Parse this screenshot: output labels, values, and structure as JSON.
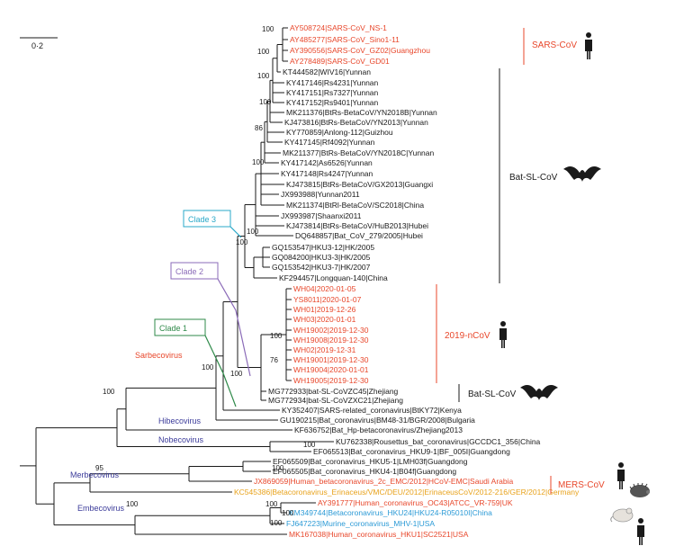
{
  "scale_label": "0·2",
  "groups": {
    "sars": "SARS-CoV",
    "batsl": "Bat-SL-CoV",
    "ncov": "2019-nCoV",
    "batsl2": "Bat-SL-CoV",
    "mers": "MERS-CoV"
  },
  "clades": {
    "c1": "Clade 1",
    "c2": "Clade 2",
    "c3": "Clade 3"
  },
  "genera": {
    "sarbeco": "Sarbecovirus",
    "hibeco": "Hibecovirus",
    "nobeco": "Nobecovirus",
    "merbeco": "Merbecovirus",
    "embeco": "Embecovirus"
  },
  "bootstrap": {
    "b100a": "100",
    "b100b": "100",
    "b100c": "100",
    "b100d": "100",
    "b86": "86",
    "b100e": "100",
    "b100f": "100",
    "b100g": "100",
    "b76": "76",
    "b100h": "100",
    "b100i": "100",
    "b100j": "100",
    "b100k": "100",
    "b100l": "100",
    "b100m": "100",
    "b95": "95",
    "b100n": "100",
    "b100o": "100",
    "b100p": "100",
    "b100q": "100"
  },
  "colors": {
    "sars": "#e8472b",
    "ncov": "#e8472b",
    "mers": "#e8472b",
    "orange": "#e8a21b",
    "blue": "#2b9ad6",
    "genus_red": "#e8472b",
    "genus_blue": "#3b3b9a",
    "clade3": "#29a8c8",
    "clade2": "#8b6bb8",
    "clade1": "#2f8a4a",
    "branch": "#1a1a1a"
  },
  "taxa": [
    {
      "name": "AY508724|SARS-CoV_NS-1",
      "color": "#e8472b"
    },
    {
      "name": "AY485277|SARS-CoV_Sino1-11",
      "color": "#e8472b"
    },
    {
      "name": "AY390556|SARS-CoV_GZ02|Guangzhou",
      "color": "#e8472b"
    },
    {
      "name": "AY278489|SARS-CoV_GD01",
      "color": "#e8472b"
    },
    {
      "name": "KT444582|WIV16|Yunnan",
      "color": "#1a1a1a"
    },
    {
      "name": "KY417146|Rs4231|Yunnan",
      "color": "#1a1a1a"
    },
    {
      "name": "KY417151|Rs7327|Yunnan",
      "color": "#1a1a1a"
    },
    {
      "name": "KY417152|Rs9401|Yunnan",
      "color": "#1a1a1a"
    },
    {
      "name": "MK211376|BtRs-BetaCoV/YN2018B|Yunnan",
      "color": "#1a1a1a"
    },
    {
      "name": "KJ473816|BtRs-BetaCoV/YN2013|Yunnan",
      "color": "#1a1a1a"
    },
    {
      "name": "KY770859|Anlong-112|Guizhou",
      "color": "#1a1a1a"
    },
    {
      "name": "KY417145|Rf4092|Yunnan",
      "color": "#1a1a1a"
    },
    {
      "name": "MK211377|BtRs-BetaCoV/YN2018C|Yunnan",
      "color": "#1a1a1a"
    },
    {
      "name": "KY417142|As6526|Yunnan",
      "color": "#1a1a1a"
    },
    {
      "name": "KY417148|Rs4247|Yunnan",
      "color": "#1a1a1a"
    },
    {
      "name": "KJ473815|BtRs-BetaCoV/GX2013|Guangxi",
      "color": "#1a1a1a"
    },
    {
      "name": "JX993988|Yunnan2011",
      "color": "#1a1a1a"
    },
    {
      "name": "MK211374|BtRl-BetaCoV/SC2018|China",
      "color": "#1a1a1a"
    },
    {
      "name": "JX993987|Shaanxi2011",
      "color": "#1a1a1a"
    },
    {
      "name": "KJ473814|BtRs-BetaCoV/HuB2013|Hubei",
      "color": "#1a1a1a"
    },
    {
      "name": "DQ648857|Bat_CoV_279/2005|Hubei",
      "color": "#1a1a1a"
    },
    {
      "name": "GQ153547|HKU3-12|HK/2005",
      "color": "#1a1a1a"
    },
    {
      "name": "GQ084200|HKU3-3|HK/2005",
      "color": "#1a1a1a"
    },
    {
      "name": "GQ153542|HKU3-7|HK/2007",
      "color": "#1a1a1a"
    },
    {
      "name": "KF294457|Longquan-140|China",
      "color": "#1a1a1a"
    },
    {
      "name": "WH04|2020-01-05",
      "color": "#e8472b"
    },
    {
      "name": "YS8011|2020-01-07",
      "color": "#e8472b"
    },
    {
      "name": "WH01|2019-12-26",
      "color": "#e8472b"
    },
    {
      "name": "WH03|2020-01-01",
      "color": "#e8472b"
    },
    {
      "name": "WH19002|2019-12-30",
      "color": "#e8472b"
    },
    {
      "name": "WH19008|2019-12-30",
      "color": "#e8472b"
    },
    {
      "name": "WH02|2019-12-31",
      "color": "#e8472b"
    },
    {
      "name": "WH19001|2019-12-30",
      "color": "#e8472b"
    },
    {
      "name": "WH19004|2020-01-01",
      "color": "#e8472b"
    },
    {
      "name": "WH19005|2019-12-30",
      "color": "#e8472b"
    },
    {
      "name": "MG772933|bat-SL-CoVZC45|Zhejiang",
      "color": "#1a1a1a"
    },
    {
      "name": "MG772934|bat-SL-CoVZXC21|Zhejiang",
      "color": "#1a1a1a"
    },
    {
      "name": "KY352407|SARS-related_coronavirus|BtKY72|Kenya",
      "color": "#1a1a1a"
    },
    {
      "name": "GU190215|Bat_coronavirus|BM48-31/BGR/2008|Bulgaria",
      "color": "#1a1a1a"
    },
    {
      "name": "KF636752|Bat_Hp-betacoronavirus/Zhejiang2013",
      "color": "#1a1a1a"
    },
    {
      "name": "KU762338|Rousettus_bat_coronavirus|GCCDC1_356|China",
      "color": "#1a1a1a"
    },
    {
      "name": "EF065513|Bat_coronavirus_HKU9-1|BF_005I|Guangdong",
      "color": "#1a1a1a"
    },
    {
      "name": "EF065509|Bat_coronavirus_HKU5-1|LMH03f|Guangdong",
      "color": "#1a1a1a"
    },
    {
      "name": "EF065505|Bat_coronavirus_HKU4-1|B04f|Guangdong",
      "color": "#1a1a1a"
    },
    {
      "name": "JX869059|Human_betacoronavirus_2c_EMC/2012|HCoV-EMC|Saudi Arabia",
      "color": "#e8472b"
    },
    {
      "name": "KC545386|Betacoronavirus_Erinaceus/VMC/DEU/2012|ErinaceusCoV/2012-216/GER/2012|Germany",
      "color": "#e8a21b"
    },
    {
      "name": "AY391777|Human_coronavirus_OC43|ATCC_VR-759|UK",
      "color": "#e8472b"
    },
    {
      "name": "KM349744|Betacoronavirus_HKU24|HKU24-R05010I|China",
      "color": "#2b9ad6"
    },
    {
      "name": "FJ647223|Murine_coronavirus_MHV-1|USA",
      "color": "#2b9ad6"
    },
    {
      "name": "MK167038|Human_coronavirus_HKU1|SC2521|USA",
      "color": "#e8472b"
    }
  ]
}
